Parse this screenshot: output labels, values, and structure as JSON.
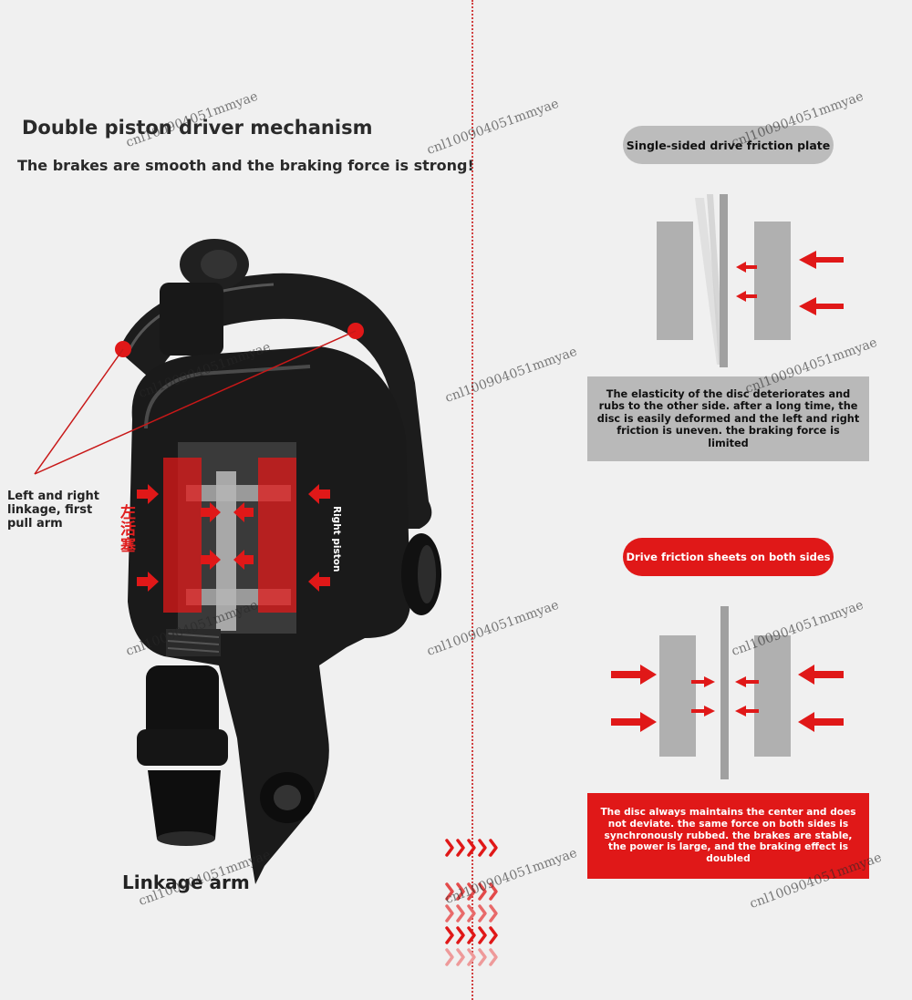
{
  "left": {
    "title": "Double piston driver mechanism",
    "subtitle": "The brakes are smooth and the braking force is strong!",
    "label_linkage_pull": "Left and right linkage, first pull arm",
    "label_left_piston_cn": "左活塞",
    "label_right_piston": "Right piston",
    "label_linkage_arm": "Linkage arm"
  },
  "right": {
    "single_title": "Single-sided drive friction plate",
    "single_desc": "The elasticity of the disc deteriorates and rubs to the other side. after a long time, the disc is easily deformed and the left and right friction is uneven. the braking force is limited",
    "double_title": "Drive friction sheets on both sides",
    "double_desc": "The disc always maintains the center and does not deviate. the same force on both sides is synchronously rubbed. the brakes are stable, the power is large, and the braking effect is doubled"
  },
  "watermark": "cnl100904051mmyae",
  "colors": {
    "accent_red": "#e01818",
    "pad_grey": "#b9b9b9",
    "caliper_black": "#1a1a1a",
    "background": "#f0f0f0"
  }
}
